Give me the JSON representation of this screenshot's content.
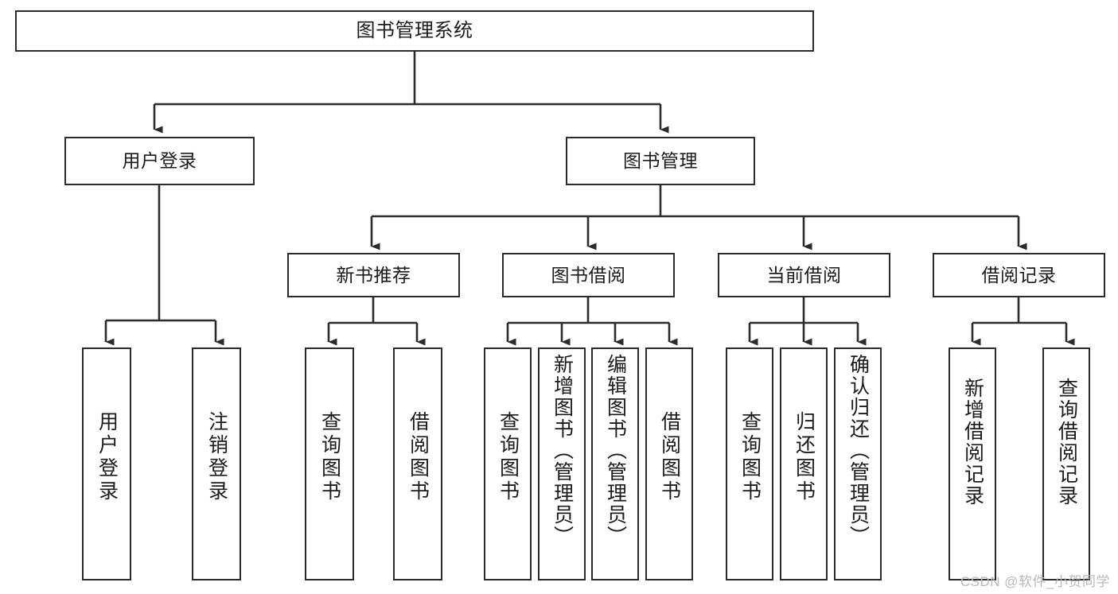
{
  "diagram": {
    "type": "hierarchy-tree",
    "title": "图书管理系统",
    "watermark": "CSDN @软件_小贺同学",
    "colors": {
      "stroke": "#2b2b2b",
      "fill": "#ffffff",
      "text": "#1b1b1b",
      "watermark": "#b9b9b9"
    },
    "nodes": {
      "root": {
        "label": "图书管理系统"
      },
      "level2": [
        {
          "id": "user-login",
          "label": "用户登录"
        },
        {
          "id": "book-manage",
          "label": "图书管理"
        }
      ],
      "level3": [
        {
          "id": "new-book-recommend",
          "label": "新书推荐"
        },
        {
          "id": "book-borrow",
          "label": "图书借阅"
        },
        {
          "id": "current-borrow",
          "label": "当前借阅"
        },
        {
          "id": "borrow-record",
          "label": "借阅记录"
        }
      ],
      "leaves": {
        "user-login": [
          {
            "id": "leaf-user-login",
            "label": "用户登录"
          },
          {
            "id": "leaf-logout-login",
            "label": "注销登录"
          }
        ],
        "new-book-recommend": [
          {
            "id": "leaf-query-book-1",
            "label": "查询图书"
          },
          {
            "id": "leaf-borrow-book-1",
            "label": "借阅图书"
          }
        ],
        "book-borrow": [
          {
            "id": "leaf-query-book-2",
            "label": "查询图书"
          },
          {
            "id": "leaf-add-book",
            "label": "新增图书（管理员）"
          },
          {
            "id": "leaf-edit-book",
            "label": "编辑图书（管理员）"
          },
          {
            "id": "leaf-borrow-book-2",
            "label": "借阅图书"
          }
        ],
        "current-borrow": [
          {
            "id": "leaf-query-book-3",
            "label": "查询图书"
          },
          {
            "id": "leaf-return-book",
            "label": "归还图书"
          },
          {
            "id": "leaf-confirm-return",
            "label": "确认归还（管理员）"
          }
        ],
        "borrow-record": [
          {
            "id": "leaf-add-record",
            "label": "新增借阅记录"
          },
          {
            "id": "leaf-query-record",
            "label": "查询借阅记录"
          }
        ]
      }
    }
  }
}
